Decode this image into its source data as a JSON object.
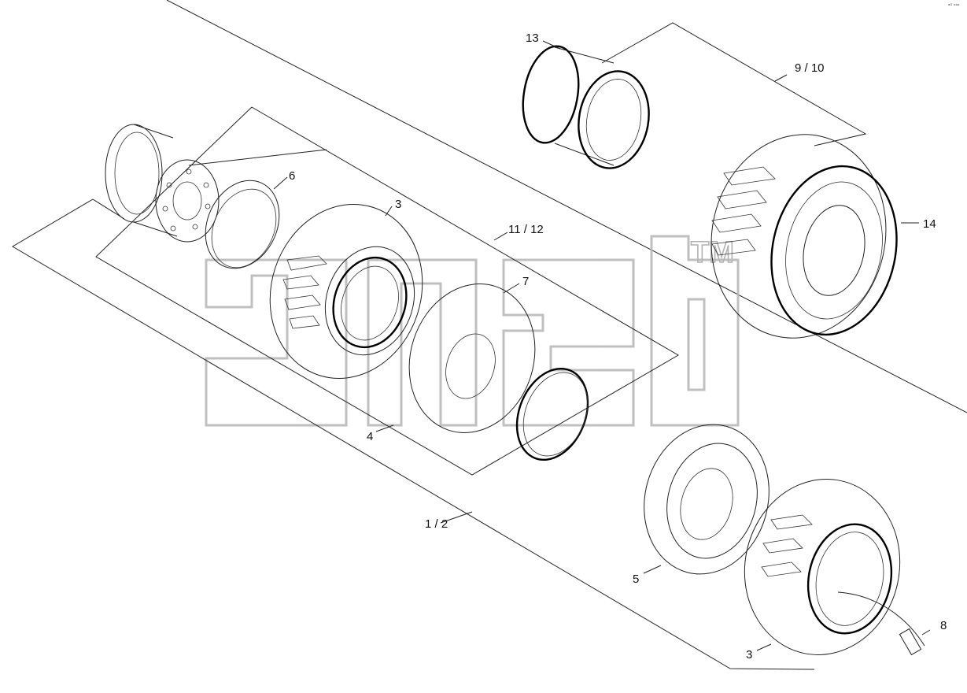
{
  "corner_mark": "ᵃᴳ ᵒᵒᵒ",
  "watermark": {
    "text": "ansb",
    "tm": "TM"
  },
  "callouts": {
    "c13": "13",
    "c9_10": "9 / 10",
    "c14": "14",
    "c6": "6",
    "c3_top": "3",
    "c11_12": "11 / 12",
    "c7": "7",
    "c4": "4",
    "c1_2": "1 / 2",
    "c5": "5",
    "c8": "8",
    "c3_bottom": "3"
  }
}
